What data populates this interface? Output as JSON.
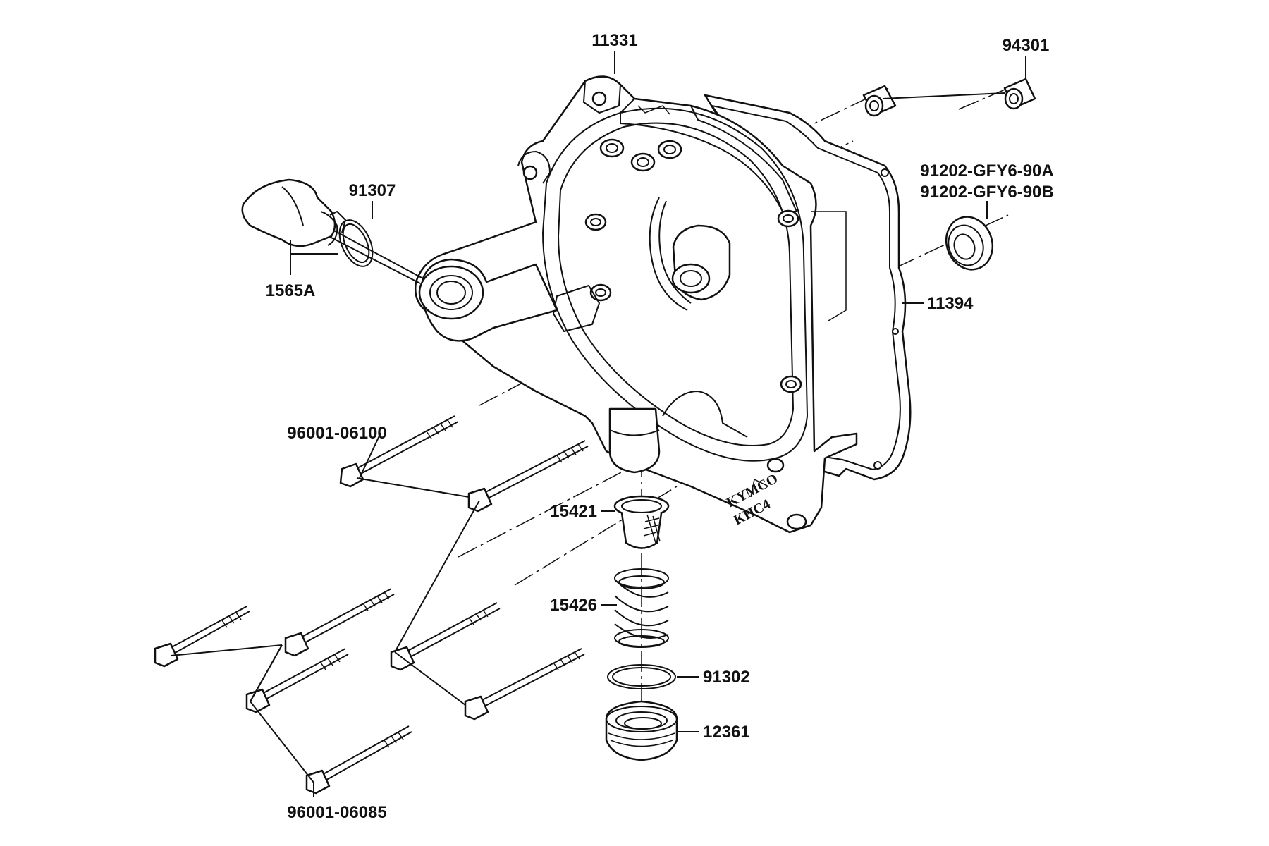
{
  "labels": {
    "p11331": "11331",
    "p94301": "94301",
    "p91307": "91307",
    "p1565A": "1565A",
    "p91202a": "91202-GFY6-90A",
    "p91202b": "91202-GFY6-90B",
    "p11394": "11394",
    "p96001_06100": "96001-06100",
    "p15421": "15421",
    "p15426": "15426",
    "p91302": "91302",
    "p12361": "12361",
    "p96001_06085": "96001-06085"
  },
  "emboss": {
    "brand": "KYMCO",
    "code": "KHC4"
  }
}
